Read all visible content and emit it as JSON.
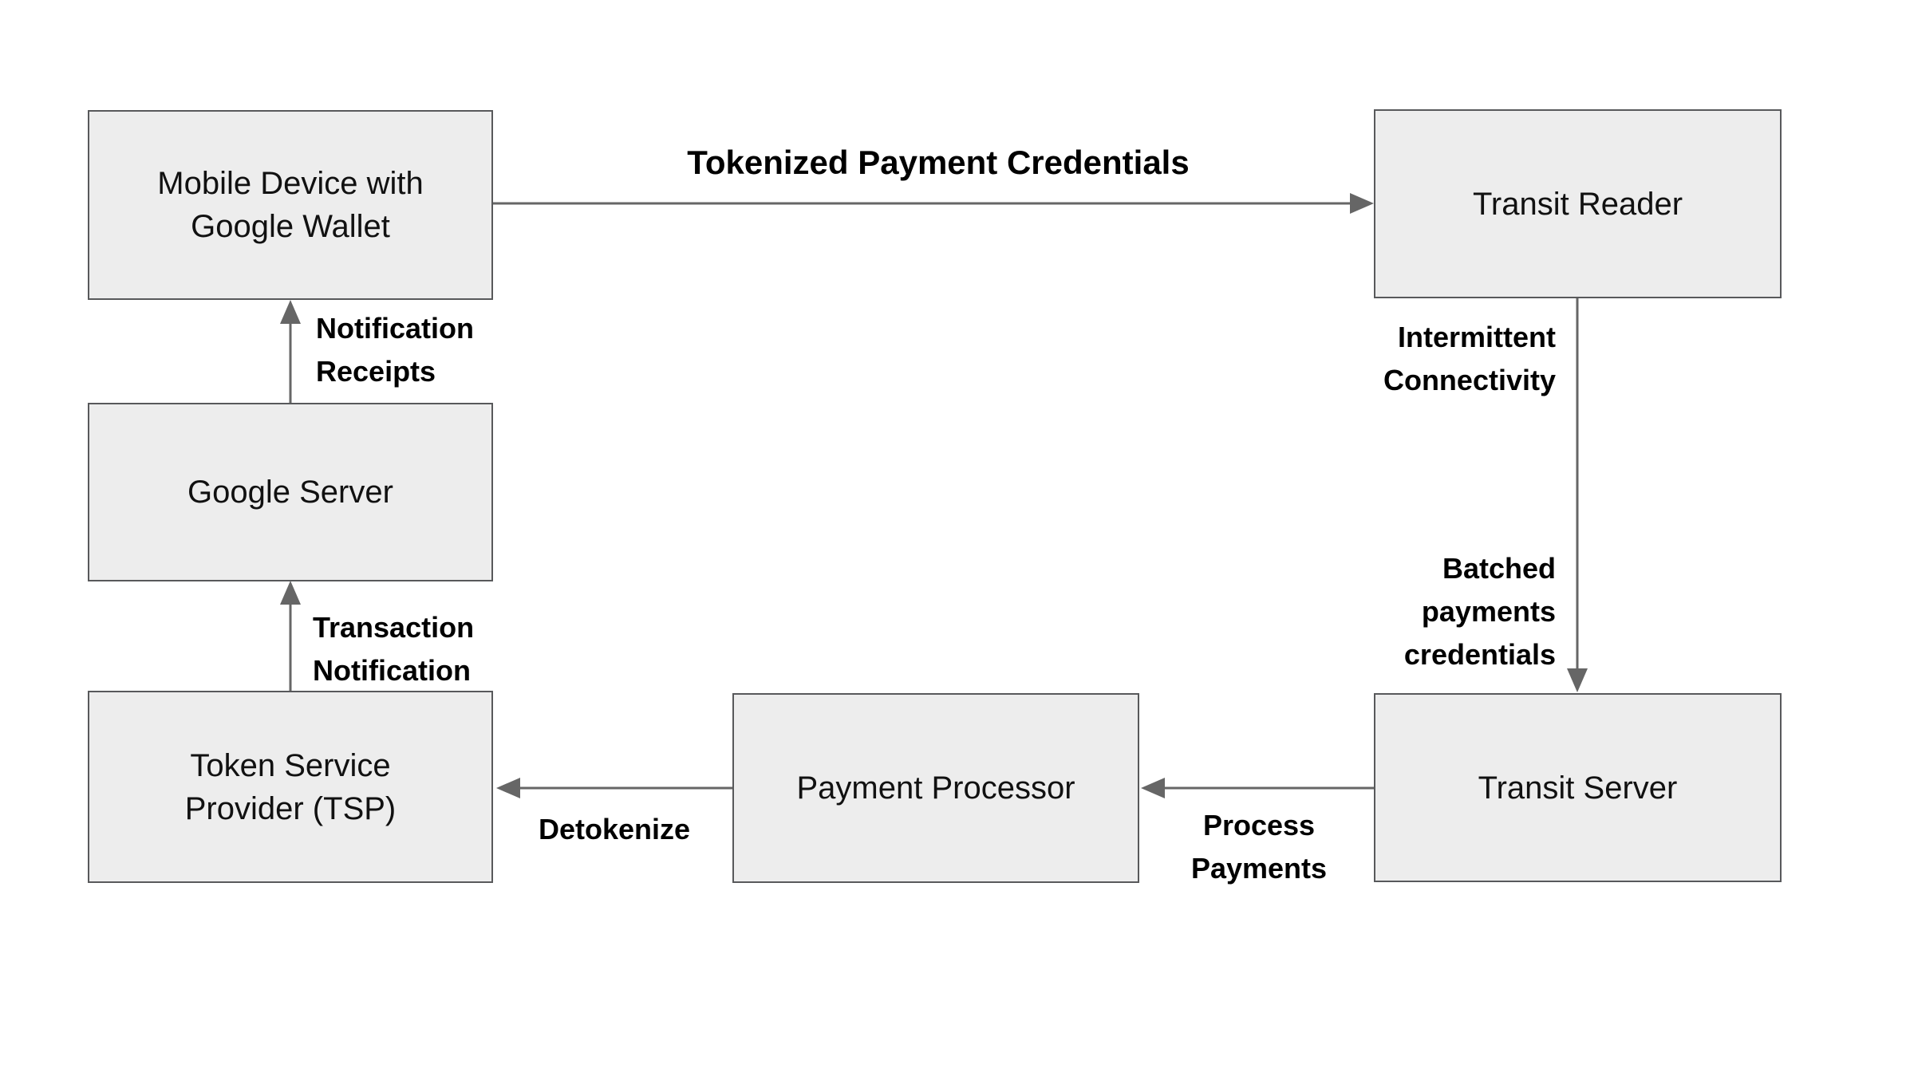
{
  "theme": {
    "background": "#ffffff",
    "box_fill": "#ededed",
    "box_border": "#58595b",
    "arrow_color": "#666666",
    "node_text": "#111111",
    "label_text": "#000000"
  },
  "diagram": {
    "type": "flow-diagram",
    "nodes": {
      "mobile_wallet": {
        "label": "Mobile Device with Google Wallet"
      },
      "transit_reader": {
        "label": "Transit Reader"
      },
      "google_server": {
        "label": "Google Server"
      },
      "tsp": {
        "label": "Token Service Provider (TSP)"
      },
      "payment_processor": {
        "label": "Payment Processor"
      },
      "transit_server": {
        "label": "Transit Server"
      }
    },
    "edge_labels": {
      "tokenized": {
        "text": "Tokenized Payment Credentials",
        "from": "mobile_wallet",
        "to": "transit_reader"
      },
      "intermittent": {
        "text": "Intermittent\nConnectivity",
        "from": "transit_reader",
        "to": "transit_server"
      },
      "batched": {
        "text": "Batched\npayments\ncredentials",
        "from": "transit_reader",
        "to": "transit_server"
      },
      "process": {
        "text": "Process\nPayments",
        "from": "transit_server",
        "to": "payment_processor"
      },
      "detokenize": {
        "text": "Detokenize",
        "from": "payment_processor",
        "to": "tsp"
      },
      "transaction": {
        "text": "Transaction\nNotification",
        "from": "tsp",
        "to": "google_server"
      },
      "receipts": {
        "text": "Notification\nReceipts",
        "from": "google_server",
        "to": "mobile_wallet"
      }
    }
  }
}
